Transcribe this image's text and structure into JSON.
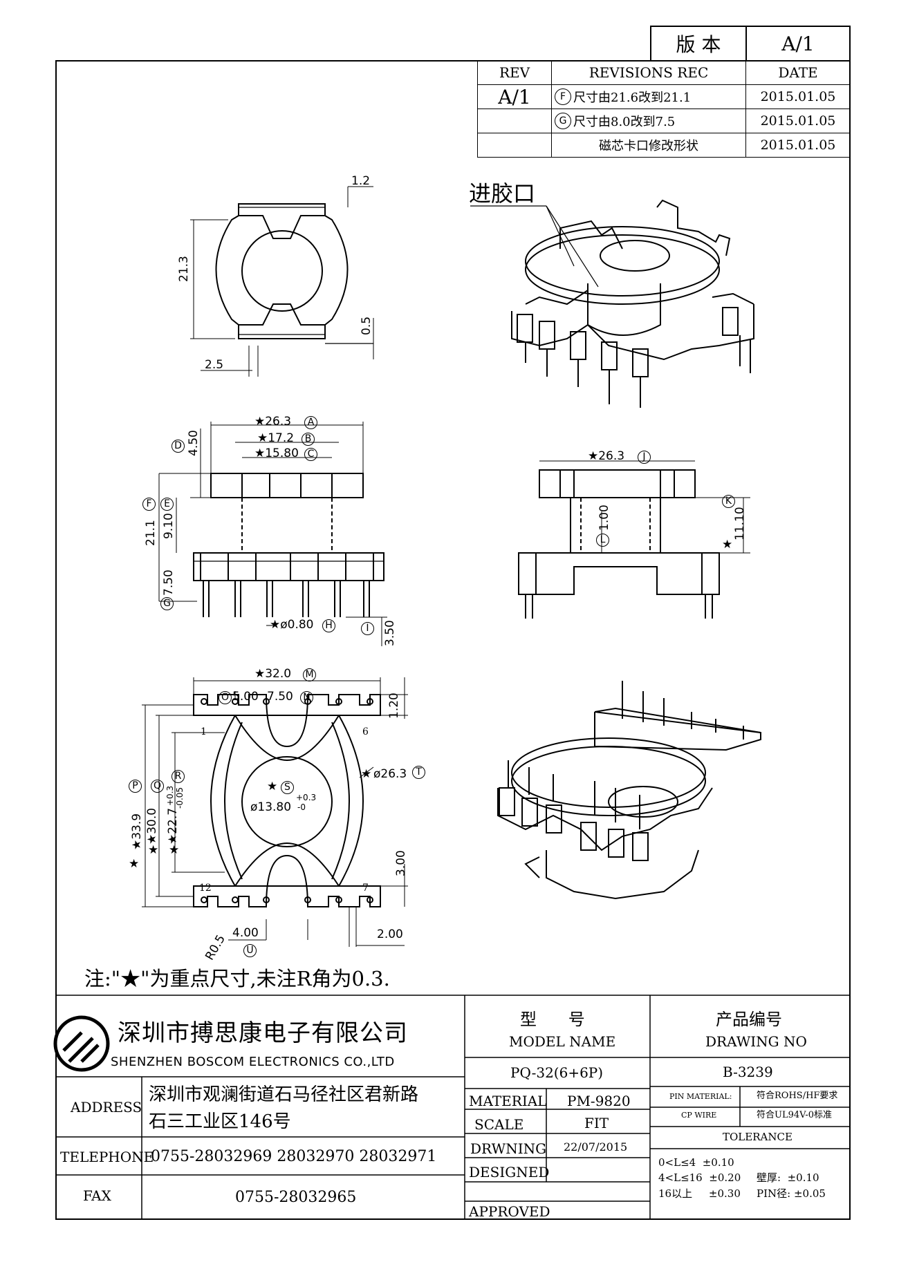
{
  "version_box": {
    "label": "版 本",
    "value": "A/1"
  },
  "revisions": {
    "headers": {
      "rev": "REV",
      "rec": "REVISIONS REC",
      "date": "DATE"
    },
    "rev": "A/1",
    "rows": [
      {
        "mark": "F",
        "text": "尺寸由21.6改到21.1",
        "date": "2015.01.05"
      },
      {
        "mark": "G",
        "text": "尺寸由8.0改到7.5",
        "date": "2015.01.05"
      },
      {
        "mark": "",
        "text": "磁芯卡口修改形状",
        "date": "2015.01.05"
      }
    ]
  },
  "callout": "进胶口",
  "top_view": {
    "d1": "1.2",
    "d2": "21.3",
    "d3": "0.5",
    "d4": "2.5"
  },
  "front_view": {
    "a": "★26.3",
    "a_mark": "A",
    "b": "★17.2",
    "b_mark": "B",
    "c": "★15.80",
    "c_mark": "C",
    "d": "4.50",
    "d_mark": "D",
    "e": "9.10",
    "e_mark": "E",
    "f": "21.1",
    "f_mark": "F",
    "g": "7.50",
    "g_mark": "G",
    "h": "★ø0.80",
    "h_mark": "H",
    "i": "3.50",
    "i_mark": "I"
  },
  "side_view": {
    "j": "★26.3",
    "j_mark": "J",
    "k": "11.10",
    "k_mark": "K",
    "l": "1.00",
    "l_mark": "L"
  },
  "bottom_view": {
    "m": "★32.0",
    "m_mark": "M",
    "o": "5.00",
    "o_mark": "O",
    "n": "7.50",
    "n_mark": "N",
    "h1": "1.20",
    "p": "★33.9",
    "p_mark": "P",
    "q": "★30.0",
    "q_mark": "Q",
    "r": "★22.7",
    "r_tol_plus": "+0.3",
    "r_tol_minus": "-0.05",
    "r_mark": "R",
    "s_mark": "S",
    "dia": "ø13.80",
    "dia_tol_plus": "+0.3",
    "dia_tol_minus": "-0",
    "t": "ø26.3",
    "t_mark": "T",
    "h3": "3.00",
    "r05": "R0.5",
    "u": "4.00",
    "u_mark": "U",
    "w": "2.00",
    "pin1": "1",
    "pin6": "6",
    "pin12": "12",
    "pin7": "7"
  },
  "note": "注:\"★\"为重点尺寸,未注R角为0.3.",
  "company": {
    "name_cn": "深圳市搏思康电子有限公司",
    "name_en": "SHENZHEN BOSCOM ELECTRONICS CO.,LTD",
    "address_label": "ADDRESS",
    "address_line1": "深圳市观澜街道石马径社区君新路",
    "address_line2": "石三工业区146号",
    "telephone_label": "TELEPHONE",
    "telephone": "0755-28032969 28032970 28032971",
    "fax_label": "FAX",
    "fax": "0755-28032965"
  },
  "model": {
    "label_cn": "型      号",
    "label_en": "MODEL NAME",
    "value": "PQ-32(6+6P)",
    "material_label": "MATERIAL",
    "material": "PM-9820",
    "scale_label": "SCALE",
    "scale": "FIT",
    "drawing_label": "DRWNING",
    "drawing_date": "22/07/2015",
    "designed_label": "DESIGNED",
    "approved_label": "APPROVED"
  },
  "drawing_no": {
    "label_cn": "产品编号",
    "label_en": "DRAWING NO",
    "value": "B-3239",
    "pin_material_label": "PIN MATERIAL:",
    "pin_material": "符合ROHS/HF要求",
    "cp_wire_label": "CP WIRE",
    "cp_wire": "符合UL94V-0标准",
    "tolerance_label": "TOLERANCE",
    "tol1": "0<L≤4  ±0.10",
    "tol2": "4<L≤16  ±0.20",
    "tol3": "16以上     ±0.30",
    "wall": "壁厚:  ±0.10",
    "pin": "PIN径: ±0.05"
  }
}
